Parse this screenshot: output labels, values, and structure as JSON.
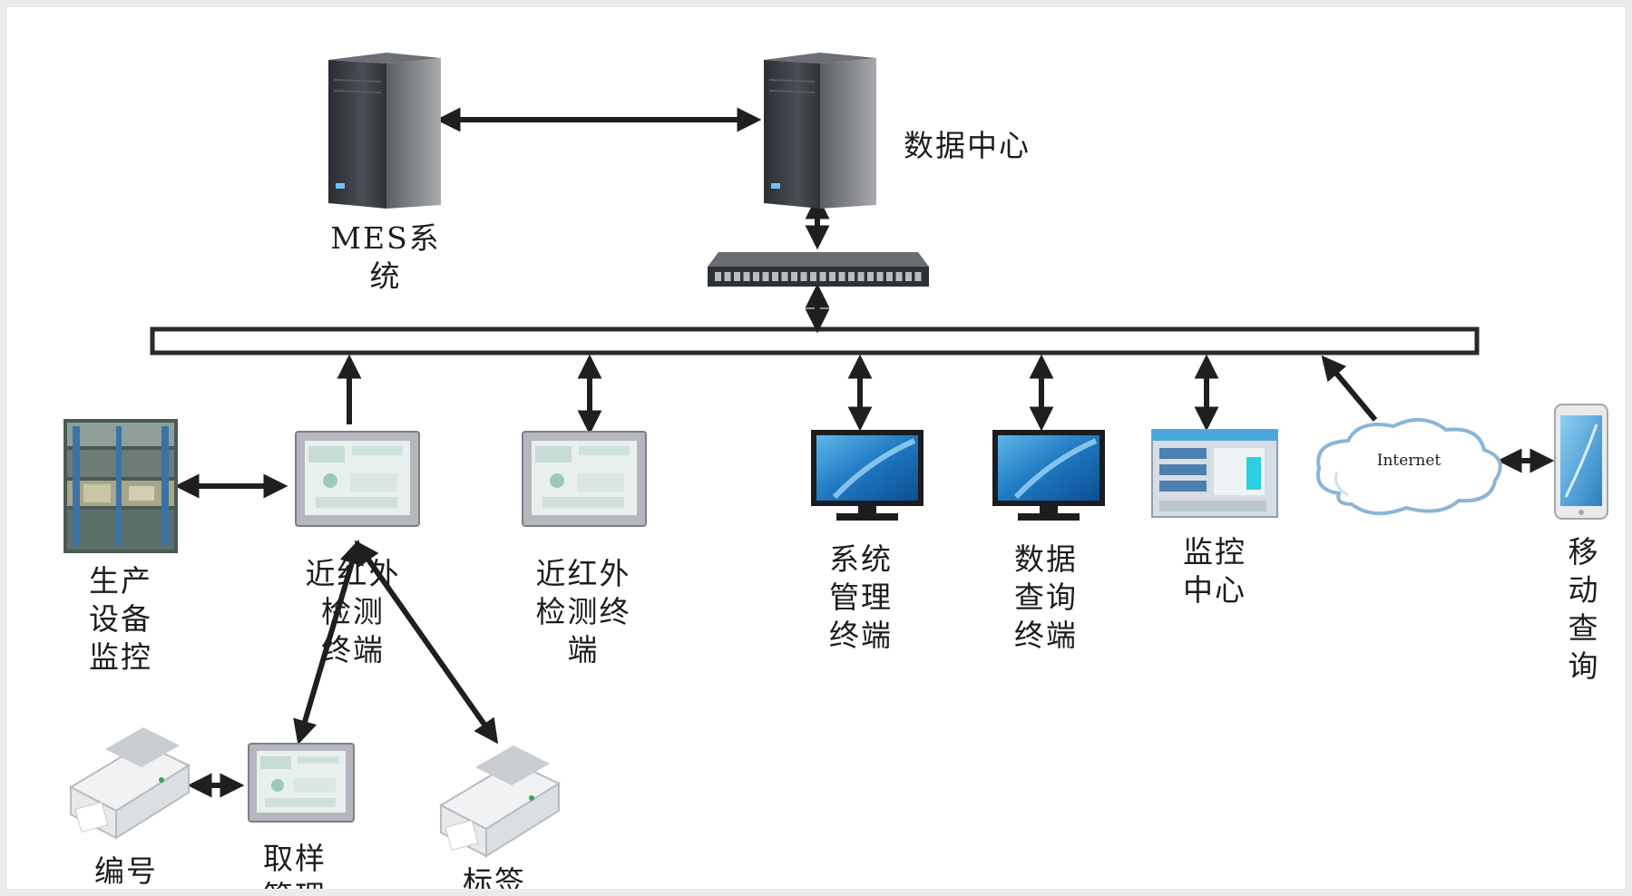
{
  "labels": {
    "mes": "MES系\n统",
    "data_center": "数据中心",
    "production_monitor": "生产\n设备\n监控",
    "nir_terminal_1": "近红外\n检测\n终端",
    "nir_terminal_2": "近红外\n检测终\n端",
    "system_mgmt": "系统\n管理\n终端",
    "data_query": "数据\n查询\n终端",
    "monitor_center": "监控\n中心",
    "mobile_query": "移\n动\n查\n询",
    "internet": "Internet",
    "numbering": "编号",
    "sampling": "取样\n管理",
    "labeling": "标签"
  },
  "colors": {
    "line": "#1f1f1f",
    "screen_blue": "#1d6fb3",
    "server_dark": "#3a3d42"
  }
}
